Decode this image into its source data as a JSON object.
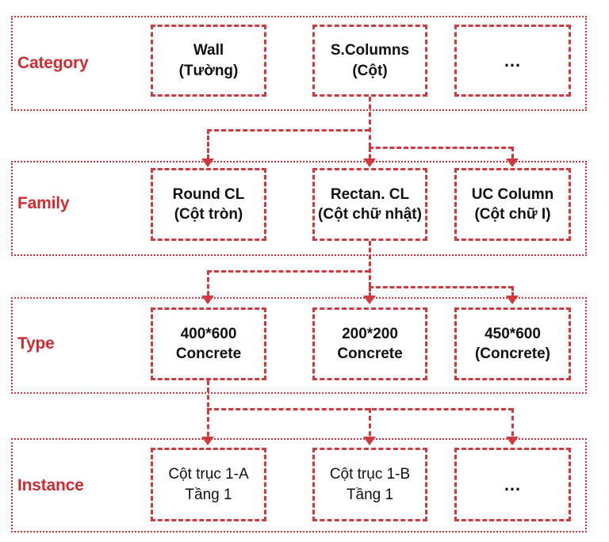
{
  "diagram": {
    "title": "Revit element hierarchy: Category / Family / Type / Instance",
    "accent_color": "#cf2c32",
    "box_border_color": "#cf3a40",
    "band_border_color": "#c9323c",
    "text_color": "#111111"
  },
  "rows": [
    {
      "label": "Category",
      "bold_nodes": true,
      "nodes": [
        {
          "line1": "Wall",
          "line2": "(Tường)"
        },
        {
          "line1": "S.Columns",
          "line2": "(Cột)"
        },
        {
          "line1": "…",
          "line2": ""
        }
      ]
    },
    {
      "label": "Family",
      "bold_nodes": true,
      "nodes": [
        {
          "line1": "Round CL",
          "line2": "(Cột tròn)"
        },
        {
          "line1": "Rectan. CL",
          "line2": "(Cột chữ nhật)"
        },
        {
          "line1": "UC Column",
          "line2": "(Cột chữ I)"
        }
      ]
    },
    {
      "label": "Type",
      "bold_nodes": true,
      "nodes": [
        {
          "line1": "400*600",
          "line2": "Concrete"
        },
        {
          "line1": "200*200",
          "line2": "Concrete"
        },
        {
          "line1": "450*600",
          "line2": "(Concrete)"
        }
      ]
    },
    {
      "label": "Instance",
      "bold_nodes": false,
      "nodes": [
        {
          "line1": "Cột trục 1-A",
          "line2": "Tầng 1"
        },
        {
          "line1": "Cột trục 1-B",
          "line2": "Tầng 1"
        },
        {
          "line1": "…",
          "line2": ""
        }
      ]
    }
  ],
  "connectors": [
    {
      "from": "category-node-2",
      "to": [
        "family-node-1",
        "family-node-2",
        "family-node-3"
      ]
    },
    {
      "from": "family-node-2",
      "to": [
        "type-node-1",
        "type-node-2",
        "type-node-3"
      ]
    },
    {
      "from": "type-node-1",
      "to": [
        "instance-node-1",
        "instance-node-2",
        "instance-node-3"
      ]
    }
  ]
}
